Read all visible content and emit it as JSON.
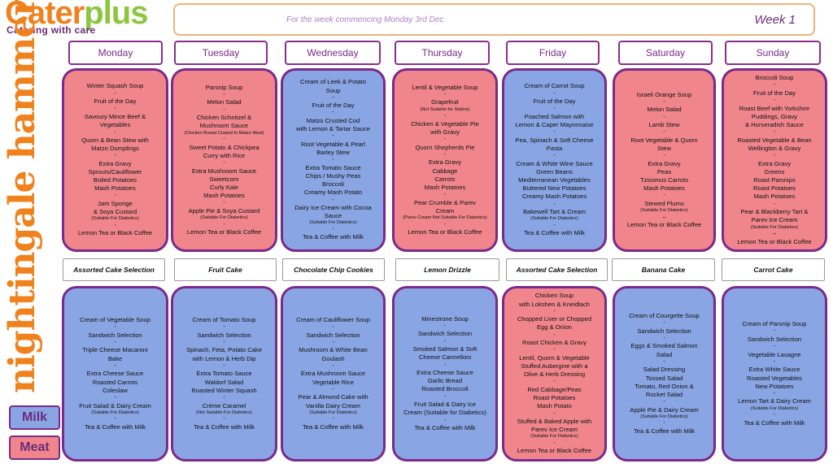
{
  "logo": {
    "part_a": "Cater",
    "part_b": "plus",
    "tagline": "Catering with care"
  },
  "vertical_title": "nightingale hammerson",
  "header": {
    "text": "For the week commencing Monday 3rd Dec",
    "week": "Week 1"
  },
  "colors": {
    "milk": "#8aa5e4",
    "meat": "#f0868c",
    "border": "#7a2a8a"
  },
  "days": [
    "Monday",
    "Tuesday",
    "Wednesday",
    "Thursday",
    "Friday",
    "Saturday",
    "Sunday"
  ],
  "lunch": [
    {
      "kind": "meat",
      "items": [
        {
          "t": "Winter Squash Soup"
        },
        {
          "t": "-",
          "s": 1
        },
        {
          "t": "Fruit of the Day"
        },
        {
          "t": "-",
          "s": 1
        },
        {
          "t": "Savoury Mince Beef &"
        },
        {
          "t": "Vegetables"
        },
        {
          "t": "-",
          "s": 1
        },
        {
          "t": "Quorn & Bean Stew with"
        },
        {
          "t": "Matzo Dumplings"
        },
        {
          "t": "-",
          "s": 1
        },
        {
          "t": "Extra Gravy"
        },
        {
          "t": "Sprouts/Cauliflower"
        },
        {
          "t": "Boiled Potatoes"
        },
        {
          "t": "Mash Potatoes"
        },
        {
          "t": "-",
          "s": 1
        },
        {
          "t": "Jam Sponge"
        },
        {
          "t": "& Soya Custard"
        },
        {
          "t": "(Suitable For Diabetics)",
          "small": 1
        },
        {
          "t": "-",
          "s": 1
        },
        {
          "t": "Lemon Tea or Black Coffee"
        }
      ]
    },
    {
      "kind": "meat",
      "items": [
        {
          "t": "Parsnip Soup"
        },
        {
          "t": "-",
          "s": 1
        },
        {
          "t": "Melon Salad"
        },
        {
          "t": "-",
          "s": 1
        },
        {
          "t": "Chicken Schnitzel &"
        },
        {
          "t": "Mushroom Sauce"
        },
        {
          "t": "(Chicken Breast Coated In Matzo Meal)",
          "small": 1
        },
        {
          "t": "-",
          "s": 1
        },
        {
          "t": "Sweet Potato & Chickpea"
        },
        {
          "t": "Curry with Rice"
        },
        {
          "t": "-",
          "s": 1
        },
        {
          "t": "Extra Mushroom Sauce"
        },
        {
          "t": "Sweetcorn"
        },
        {
          "t": "Curly Kale"
        },
        {
          "t": "Mash Potatoes"
        },
        {
          "t": "-",
          "s": 1
        },
        {
          "t": "Apple Pie & Soya Custard"
        },
        {
          "t": "(Suitable For Diabetics)",
          "small": 1
        },
        {
          "t": "-",
          "s": 1
        },
        {
          "t": "Lemon Tea or Black Coffee"
        }
      ]
    },
    {
      "kind": "milk",
      "items": [
        {
          "t": "Cream of Leek & Potato"
        },
        {
          "t": "Soup"
        },
        {
          "t": "-",
          "s": 1
        },
        {
          "t": "Fruit of the Day"
        },
        {
          "t": "-",
          "s": 1
        },
        {
          "t": "Matzo Crusted Cod"
        },
        {
          "t": "with Lemon & Tartar Sauce"
        },
        {
          "t": "-",
          "s": 1
        },
        {
          "t": "Root Vegetable & Pearl"
        },
        {
          "t": "Barley Stew"
        },
        {
          "t": "-",
          "s": 1
        },
        {
          "t": "Extra Tomato Sauce"
        },
        {
          "t": "Chips / Mushy Peas"
        },
        {
          "t": "Broccoli"
        },
        {
          "t": "Creamy Mash Potato"
        },
        {
          "t": "-",
          "s": 1
        },
        {
          "t": "Dairy Ice Cream with Cocoa"
        },
        {
          "t": "Sauce"
        },
        {
          "t": "(Suitable For Diabetics)",
          "small": 1
        },
        {
          "t": "-",
          "s": 1
        },
        {
          "t": "Tea & Coffee with Milk"
        }
      ]
    },
    {
      "kind": "meat",
      "items": [
        {
          "t": "Lentil & Vegetable Soup"
        },
        {
          "t": "-",
          "s": 1
        },
        {
          "t": "Grapefruit"
        },
        {
          "t": "(Not Suitable for Statins)",
          "small": 1
        },
        {
          "t": "-",
          "s": 1
        },
        {
          "t": "Chicken & Vegetable Pie"
        },
        {
          "t": "with Gravy"
        },
        {
          "t": "-",
          "s": 1
        },
        {
          "t": "Quorn Shepherds Pie"
        },
        {
          "t": "-",
          "s": 1
        },
        {
          "t": "Extra Gravy"
        },
        {
          "t": "Cabbage"
        },
        {
          "t": "Carrots"
        },
        {
          "t": "Mash Potatoes"
        },
        {
          "t": "-",
          "s": 1
        },
        {
          "t": "Pear Crumble & Parev"
        },
        {
          "t": "Cream"
        },
        {
          "t": "(Parev Cream Not Suitable For Diabetics)",
          "small": 1
        },
        {
          "t": "-",
          "s": 1
        },
        {
          "t": "Lemon Tea or Black Coffee"
        }
      ]
    },
    {
      "kind": "milk",
      "items": [
        {
          "t": "Cream of Carrot Soup"
        },
        {
          "t": "-",
          "s": 1
        },
        {
          "t": "Fruit of the Day"
        },
        {
          "t": "-",
          "s": 1
        },
        {
          "t": "Poached Salmon with"
        },
        {
          "t": "Lemon & Caper Mayonnaise"
        },
        {
          "t": "-",
          "s": 1
        },
        {
          "t": "Pea, Spinach & Soft Cheese"
        },
        {
          "t": "Pasta"
        },
        {
          "t": "-",
          "s": 1
        },
        {
          "t": "Cream & White Wine Sauce"
        },
        {
          "t": "Green Beans"
        },
        {
          "t": "Mediterranean Vegetables"
        },
        {
          "t": "Buttered New Potatoes"
        },
        {
          "t": "Creamy Mash Potatoes"
        },
        {
          "t": "-",
          "s": 1
        },
        {
          "t": "Bakewell Tart & Cream"
        },
        {
          "t": "(Suitable For Diabetics)",
          "small": 1
        },
        {
          "t": "-",
          "s": 1
        },
        {
          "t": "Tea & Coffee with Milk"
        }
      ]
    },
    {
      "kind": "meat",
      "items": [
        {
          "t": "Israeli Orange Soup"
        },
        {
          "t": "-",
          "s": 1
        },
        {
          "t": "Melon Salad"
        },
        {
          "t": "-",
          "s": 1
        },
        {
          "t": "Lamb Stew"
        },
        {
          "t": "-",
          "s": 1
        },
        {
          "t": "Root Vegetable & Quorn"
        },
        {
          "t": "Stew"
        },
        {
          "t": "-",
          "s": 1
        },
        {
          "t": "Extra Gravy"
        },
        {
          "t": "Peas"
        },
        {
          "t": "Tzissmus Carrots"
        },
        {
          "t": "Mash Potatoes"
        },
        {
          "t": "-",
          "s": 1
        },
        {
          "t": "Stewed Plums"
        },
        {
          "t": "(Suitable For Diabetics)",
          "small": 1
        },
        {
          "t": "–",
          "s": 1
        },
        {
          "t": "Lemon Tea or Black Coffee"
        }
      ]
    },
    {
      "kind": "meat",
      "items": [
        {
          "t": "Broccoli Soup"
        },
        {
          "t": "-",
          "s": 1
        },
        {
          "t": "Fruit of the Day"
        },
        {
          "t": "-",
          "s": 1
        },
        {
          "t": "Roast Beef with Yorkshire"
        },
        {
          "t": "Puddings, Gravy"
        },
        {
          "t": "& Horseradish Sauce"
        },
        {
          "t": "-",
          "s": 1
        },
        {
          "t": "Roasted Vegetable & Bean"
        },
        {
          "t": "Wellington & Gravy"
        },
        {
          "t": "-",
          "s": 1
        },
        {
          "t": "Extra Gravy"
        },
        {
          "t": "Greens"
        },
        {
          "t": "Roast Parsnips"
        },
        {
          "t": "Roast Potatoes"
        },
        {
          "t": "Mash Potatoes"
        },
        {
          "t": "-",
          "s": 1
        },
        {
          "t": "Pear & Blackberry Tart &"
        },
        {
          "t": "Parev Ice Cream"
        },
        {
          "t": "(Suitable For Diabetics)",
          "small": 1
        },
        {
          "t": "–",
          "s": 1
        },
        {
          "t": "Lemon Tea or Black Coffee"
        }
      ]
    }
  ],
  "cakes": [
    "Assorted Cake Selection",
    "Fruit Cake",
    "Chocolate Chip Cookies",
    "Lemon Drizzle",
    "Assorted Cake Selection",
    "Banana Cake",
    "Carrot Cake"
  ],
  "supper": [
    {
      "kind": "milk",
      "items": [
        {
          "t": "Cream of Vegetable Soup"
        },
        {
          "t": "-",
          "s": 1
        },
        {
          "t": "Sandwich Selection"
        },
        {
          "t": "-",
          "s": 1
        },
        {
          "t": "Triple Cheese Macaroni"
        },
        {
          "t": "Bake"
        },
        {
          "t": "-",
          "s": 1
        },
        {
          "t": "Extra Cheese Sauce"
        },
        {
          "t": "Roasted Carrots"
        },
        {
          "t": "Coleslaw"
        },
        {
          "t": "-",
          "s": 1
        },
        {
          "t": "Fruit Salad & Dairy Cream"
        },
        {
          "t": "(Suitable For Diabetics)",
          "small": 1
        },
        {
          "t": "-",
          "s": 1
        },
        {
          "t": "Tea & Coffee with Milk"
        }
      ]
    },
    {
      "kind": "milk",
      "items": [
        {
          "t": "Cream of Tomato Soup"
        },
        {
          "t": "-",
          "s": 1
        },
        {
          "t": "Sandwich Selection"
        },
        {
          "t": "-",
          "s": 1
        },
        {
          "t": "Spinach, Feta, Potato Cake"
        },
        {
          "t": "with Lemon & Herb Dip"
        },
        {
          "t": "-",
          "s": 1
        },
        {
          "t": "Extra Tomato Sauce"
        },
        {
          "t": "Waldorf Salad"
        },
        {
          "t": "Roasted Winter Squash"
        },
        {
          "t": "-",
          "s": 1
        },
        {
          "t": "Crème Caramel"
        },
        {
          "t": "(Not Suitable For Diabetics)",
          "small": 1
        },
        {
          "t": "-",
          "s": 1
        },
        {
          "t": "Tea & Coffee with Milk"
        }
      ]
    },
    {
      "kind": "milk",
      "items": [
        {
          "t": "Cream of Cauliflower Soup"
        },
        {
          "t": "-",
          "s": 1
        },
        {
          "t": "Sandwich Selection"
        },
        {
          "t": "-",
          "s": 1
        },
        {
          "t": "Mushroom & White Bean"
        },
        {
          "t": "Goulash"
        },
        {
          "t": "-",
          "s": 1
        },
        {
          "t": "Extra Mushroom Sauce"
        },
        {
          "t": "Vegetable Rice"
        },
        {
          "t": "-",
          "s": 1
        },
        {
          "t": "Pear & Almond Cake with"
        },
        {
          "t": "Vanilla Dairy Cream"
        },
        {
          "t": "(Suitable For Diabetics)",
          "small": 1
        },
        {
          "t": "-",
          "s": 1
        },
        {
          "t": "Tea & Coffee with Milk"
        }
      ]
    },
    {
      "kind": "milk",
      "items": [
        {
          "t": "Minestrone Soup"
        },
        {
          "t": "-",
          "s": 1
        },
        {
          "t": "Sandwich Selection"
        },
        {
          "t": "-",
          "s": 1
        },
        {
          "t": "Smoked Salmon & Soft"
        },
        {
          "t": "Cheese Cannelloni"
        },
        {
          "t": "-",
          "s": 1
        },
        {
          "t": "Extra Cheese Sauce"
        },
        {
          "t": "Garlic Bread"
        },
        {
          "t": "Roasted Broccoli"
        },
        {
          "t": "-",
          "s": 1
        },
        {
          "t": "Fruit Salad & Dairy Ice"
        },
        {
          "t": "Cream (Suitable for Diabetics)"
        },
        {
          "t": "-",
          "s": 1
        },
        {
          "t": "Tea & Coffee with Milk"
        }
      ]
    },
    {
      "kind": "meat",
      "items": [
        {
          "t": "Chicken Soup"
        },
        {
          "t": "with Lokshen & Kneidlach"
        },
        {
          "t": "-",
          "s": 1
        },
        {
          "t": "Chopped Liver or Chopped"
        },
        {
          "t": "Egg & Onion"
        },
        {
          "t": "-",
          "s": 1
        },
        {
          "t": "Roast Chicken & Gravy"
        },
        {
          "t": "-",
          "s": 1
        },
        {
          "t": "Lentil, Quorn & Vegetable"
        },
        {
          "t": "Stuffed Aubergine with a"
        },
        {
          "t": "Olive & Herb Dressing"
        },
        {
          "t": "-",
          "s": 1
        },
        {
          "t": "Red Cabbage/Peas"
        },
        {
          "t": "Roast Potatoes"
        },
        {
          "t": "Mash Potato"
        },
        {
          "t": "-",
          "s": 1
        },
        {
          "t": "Stuffed & Baked Apple with"
        },
        {
          "t": "Parev Ice Cream"
        },
        {
          "t": "(Suitable For Diabetics)",
          "small": 1
        },
        {
          "t": "-",
          "s": 1
        },
        {
          "t": "Lemon Tea or Black Coffee"
        }
      ]
    },
    {
      "kind": "milk",
      "items": [
        {
          "t": "Cream of Courgette Soup"
        },
        {
          "t": "-",
          "s": 1
        },
        {
          "t": "Sandwich Selection"
        },
        {
          "t": "-",
          "s": 1
        },
        {
          "t": "Eggs & Smoked Salmon"
        },
        {
          "t": "Salad"
        },
        {
          "t": "-",
          "s": 1
        },
        {
          "t": "Salad Dressing"
        },
        {
          "t": "Tossed Salad"
        },
        {
          "t": "Tomato, Red Onion &"
        },
        {
          "t": "Rocket Salad"
        },
        {
          "t": "-",
          "s": 1
        },
        {
          "t": "Apple Pie & Dairy Cream"
        },
        {
          "t": "(Suitable For Diabetics)",
          "small": 1
        },
        {
          "t": "-",
          "s": 1
        },
        {
          "t": "Tea & Coffee with Milk"
        }
      ]
    },
    {
      "kind": "milk",
      "items": [
        {
          "t": "Cream of Parsnip Soup"
        },
        {
          "t": "-",
          "s": 1
        },
        {
          "t": "Sandwich Selection"
        },
        {
          "t": "-",
          "s": 1
        },
        {
          "t": "Vegetable Lasagne"
        },
        {
          "t": "-",
          "s": 1
        },
        {
          "t": "Extra White Sauce"
        },
        {
          "t": "Roasted Vegetables"
        },
        {
          "t": "New Potatoes"
        },
        {
          "t": "-",
          "s": 1
        },
        {
          "t": "Lemon Tart & Dairy Cream"
        },
        {
          "t": "(Suitable For Diabetics)",
          "small": 1
        },
        {
          "t": "-",
          "s": 1
        },
        {
          "t": "Tea & Coffee with Milk"
        }
      ]
    }
  ],
  "legend": {
    "milk": "Milk",
    "meat": "Meat"
  }
}
